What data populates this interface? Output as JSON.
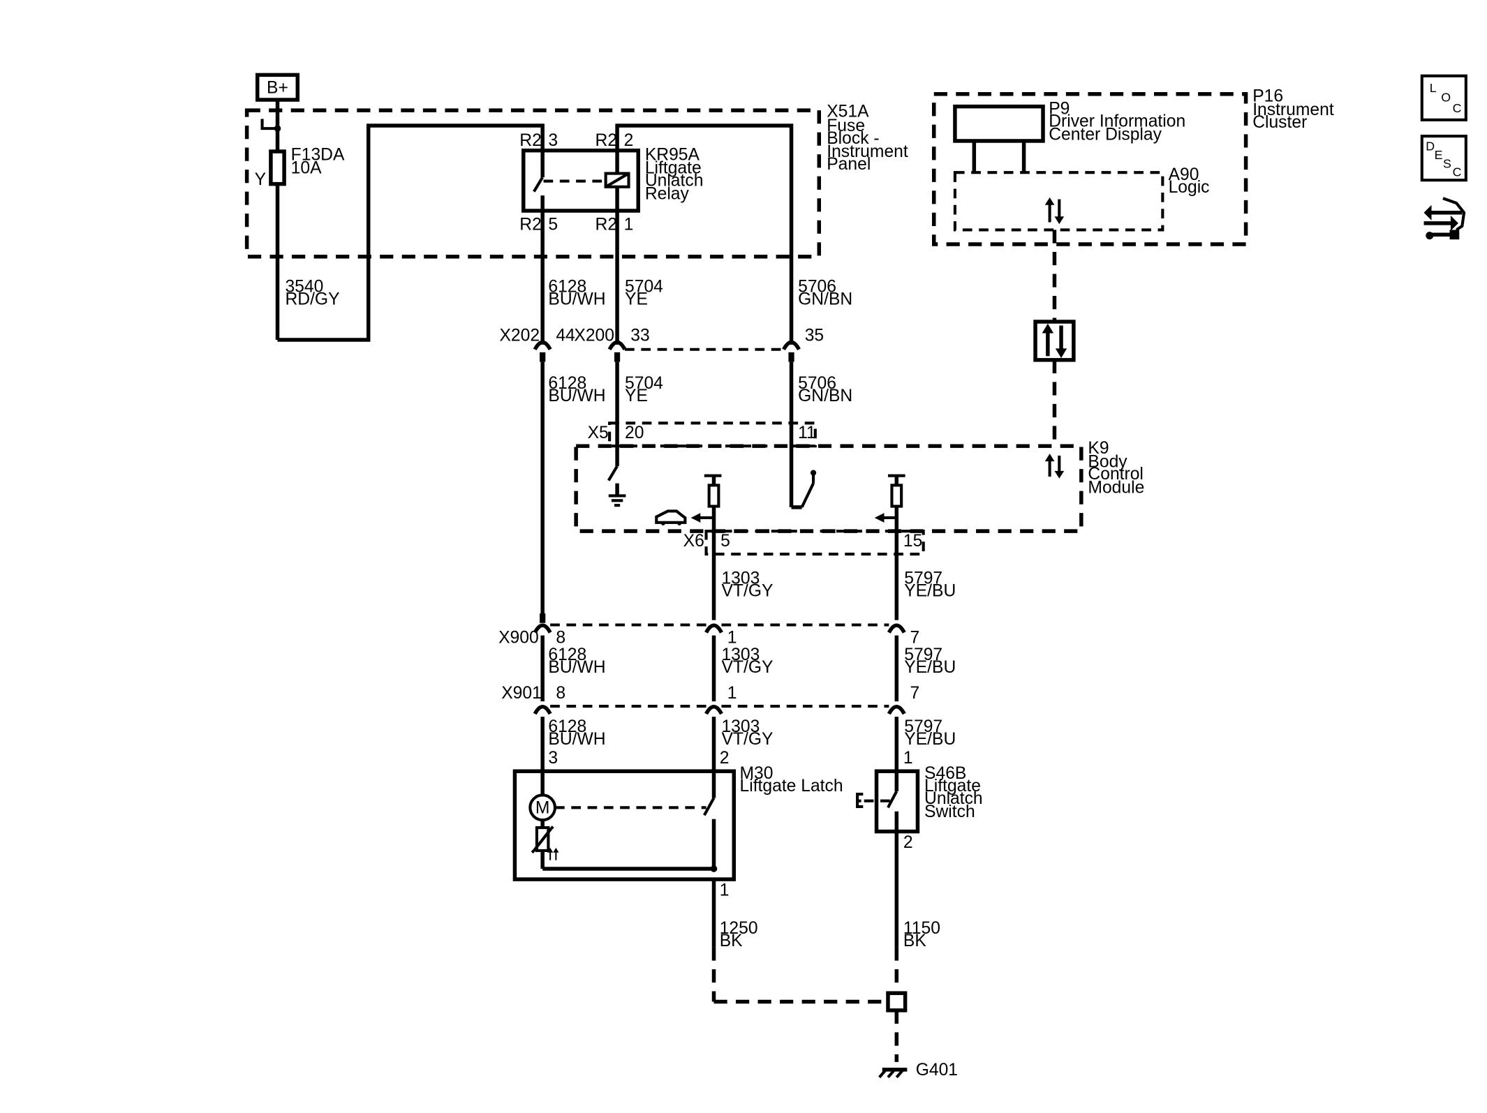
{
  "components": {
    "battery": "B+",
    "fuse_block": [
      "X51A",
      "Fuse",
      "Block -",
      "Instrument",
      "Panel"
    ],
    "fuse_id": "F13DA",
    "fuse_rating": "10A",
    "fuse_circuit": "Y",
    "relay": [
      "KR95A",
      "Liftgate",
      "Unlatch",
      "Relay"
    ],
    "relay_pins": {
      "p3_loc": "R2",
      "p3": "3",
      "p2_loc": "R2",
      "p2": "2",
      "p5_loc": "R2",
      "p5": "5",
      "p1_loc": "R2",
      "p1": "1"
    },
    "cluster": [
      "P16",
      "Instrument",
      "Cluster"
    ],
    "dic_display": [
      "P9",
      "Driver Information",
      "Center Display"
    ],
    "logic": [
      "A90",
      "Logic"
    ],
    "bcm": [
      "K9",
      "Body",
      "Control",
      "Module"
    ],
    "latch": [
      "M30",
      "Liftgate Latch"
    ],
    "latch_motor": "M",
    "switch": [
      "S46B",
      "Liftgate",
      "Unlatch",
      "Switch"
    ],
    "ground": "G401"
  },
  "connectors": {
    "x202": "X202",
    "x202_pin": "44",
    "x200": "X200",
    "x200_pin_a": "33",
    "x200_pin_b": "35",
    "x5": "X5",
    "x5_pin_a": "20",
    "x5_pin_b": "11",
    "x6": "X6",
    "x6_pin_a": "5",
    "x6_pin_b": "15",
    "x900": "X900",
    "x900_pins": [
      "8",
      "1",
      "7"
    ],
    "x901": "X901",
    "x901_pins": [
      "8",
      "1",
      "7"
    ],
    "latch_pins": [
      "3",
      "2",
      "1"
    ],
    "switch_pins": [
      "1",
      "2"
    ]
  },
  "wires": {
    "w3540": [
      "3540",
      "RD/GY"
    ],
    "w6128": [
      "6128",
      "BU/WH"
    ],
    "w5704": [
      "5704",
      "YE"
    ],
    "w5706": [
      "5706",
      "GN/BN"
    ],
    "w1303": [
      "1303",
      "VT/GY"
    ],
    "w5797": [
      "5797",
      "YE/BU"
    ],
    "w1250": [
      "1250",
      "BK"
    ],
    "w1150": [
      "1150",
      "BK"
    ]
  },
  "nav": {
    "loc": [
      "L",
      "O",
      "C"
    ],
    "desc": [
      "D",
      "E",
      "S",
      "C"
    ]
  }
}
